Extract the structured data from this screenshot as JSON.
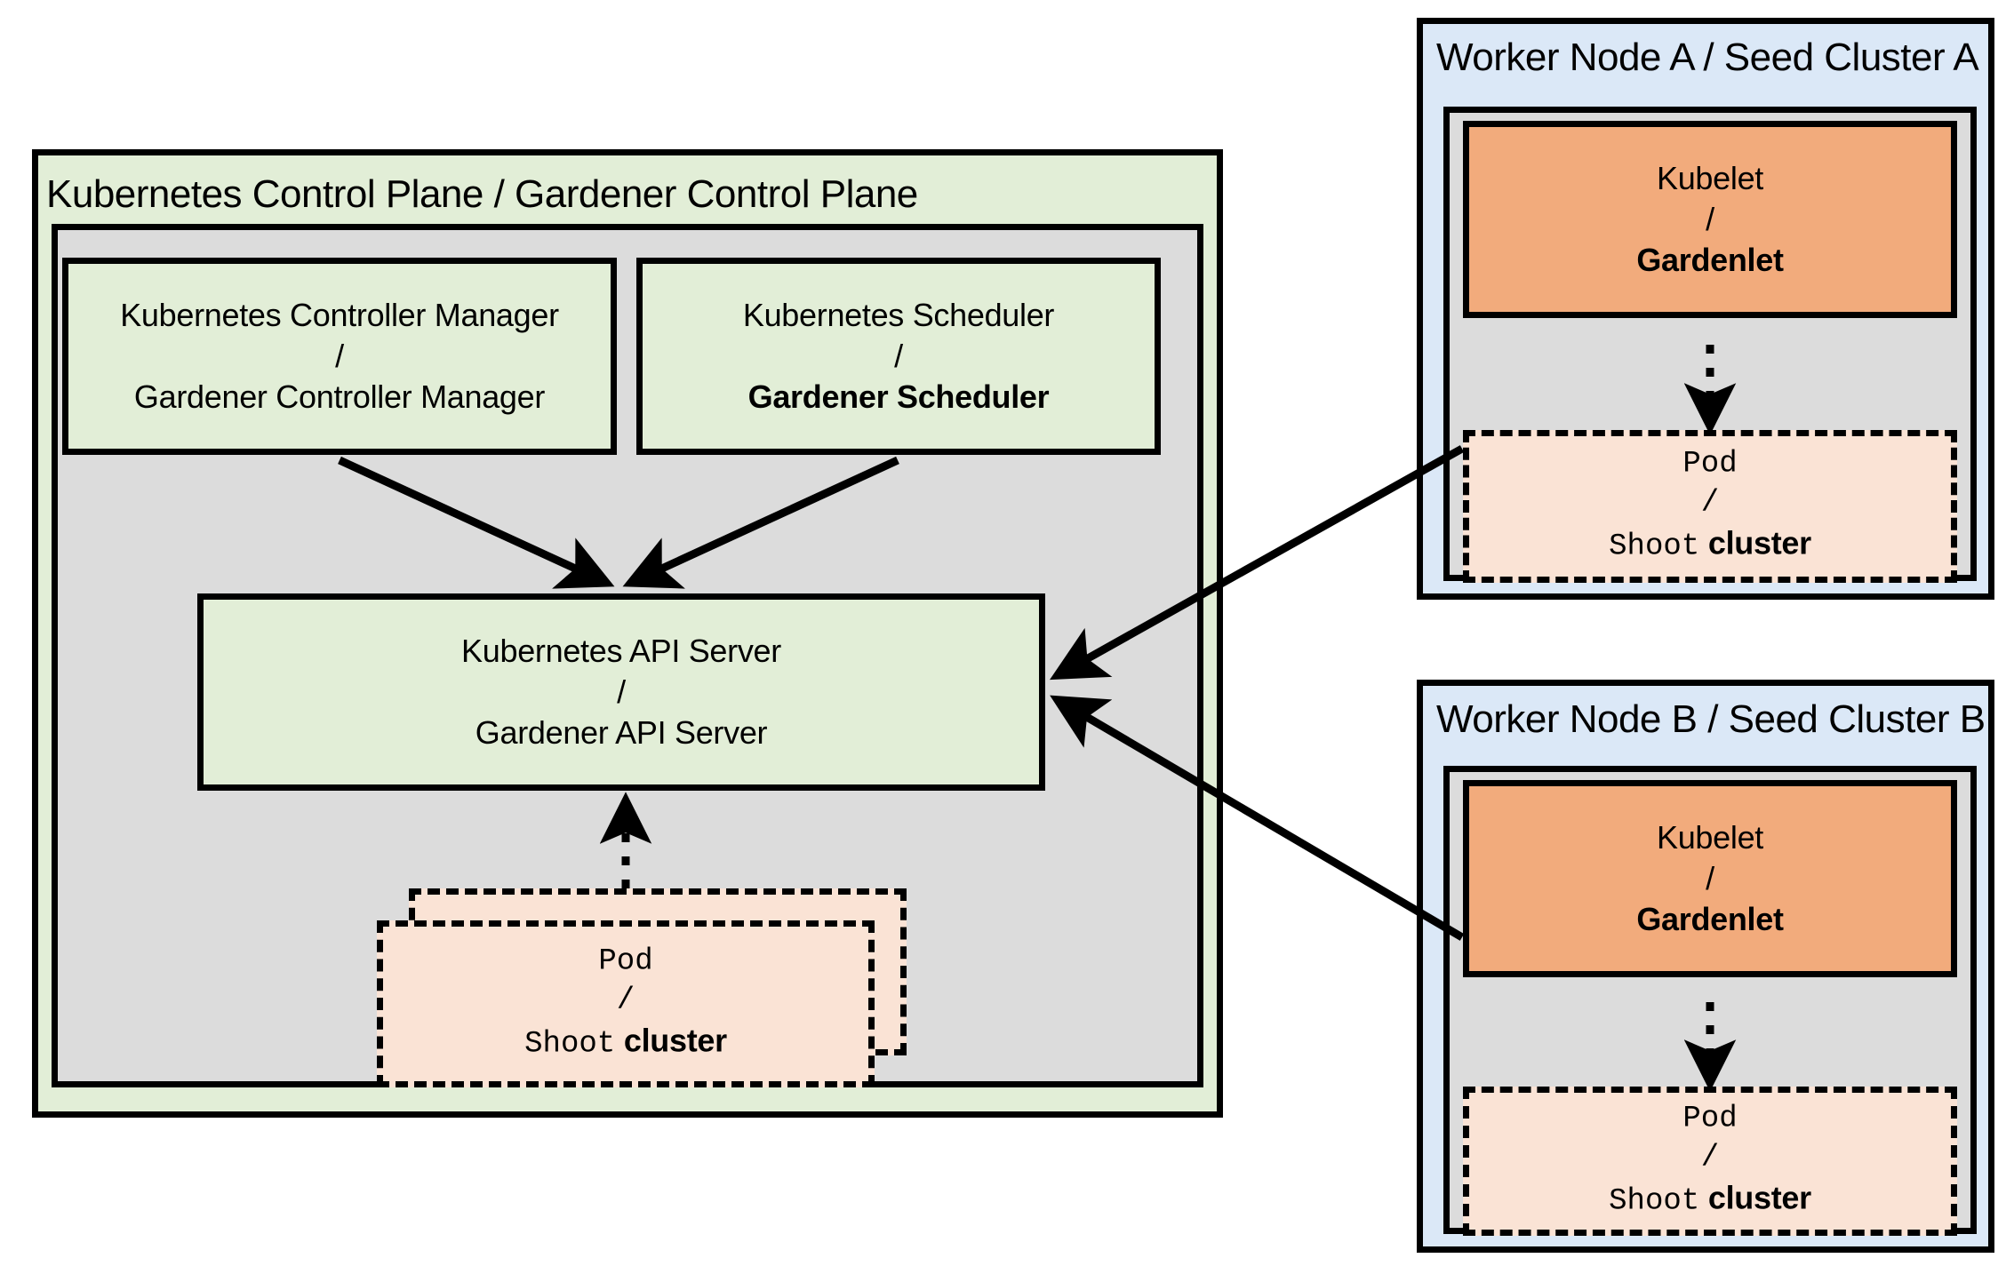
{
  "diagram": {
    "title_visible": false
  },
  "control_plane": {
    "title": "Kubernetes Control Plane / Gardener Control Plane",
    "controller_manager": {
      "line1": "Kubernetes Controller Manager",
      "separator": "/",
      "line2": "Gardener Controller Manager",
      "line2_bold": false
    },
    "scheduler": {
      "line1": "Kubernetes Scheduler",
      "separator": "/",
      "line2": "Gardener Scheduler",
      "line2_bold": true
    },
    "api_server": {
      "line1": "Kubernetes API Server",
      "separator": "/",
      "line2": "Gardener API Server",
      "line2_bold": false
    },
    "pod": {
      "line1": "Pod",
      "separator": "/",
      "line2_mono": "Shoot",
      "line2_bold": "cluster",
      "stacked": true
    }
  },
  "worker_node_a": {
    "title": "Worker Node A / Seed Cluster A",
    "kubelet": {
      "line1": "Kubelet",
      "separator": "/",
      "line2": "Gardenlet",
      "line2_bold": true
    },
    "pod": {
      "line1": "Pod",
      "separator": "/",
      "line2_mono": "Shoot",
      "line2_bold": "cluster"
    }
  },
  "worker_node_b": {
    "title": "Worker Node B / Seed Cluster B",
    "kubelet": {
      "line1": "Kubelet",
      "separator": "/",
      "line2": "Gardenlet",
      "line2_bold": true
    },
    "pod": {
      "line1": "Pod",
      "separator": "/",
      "line2_mono": "Shoot",
      "line2_bold": "cluster"
    }
  },
  "colors": {
    "green_fill": "#e2eed7",
    "gray_fill": "#dcdcdc",
    "blue_fill": "#dbe8f7",
    "orange_fill": "#f2ab7c",
    "peach_fill": "#fae3d5",
    "stroke": "#000000",
    "background": "#ffffff"
  }
}
